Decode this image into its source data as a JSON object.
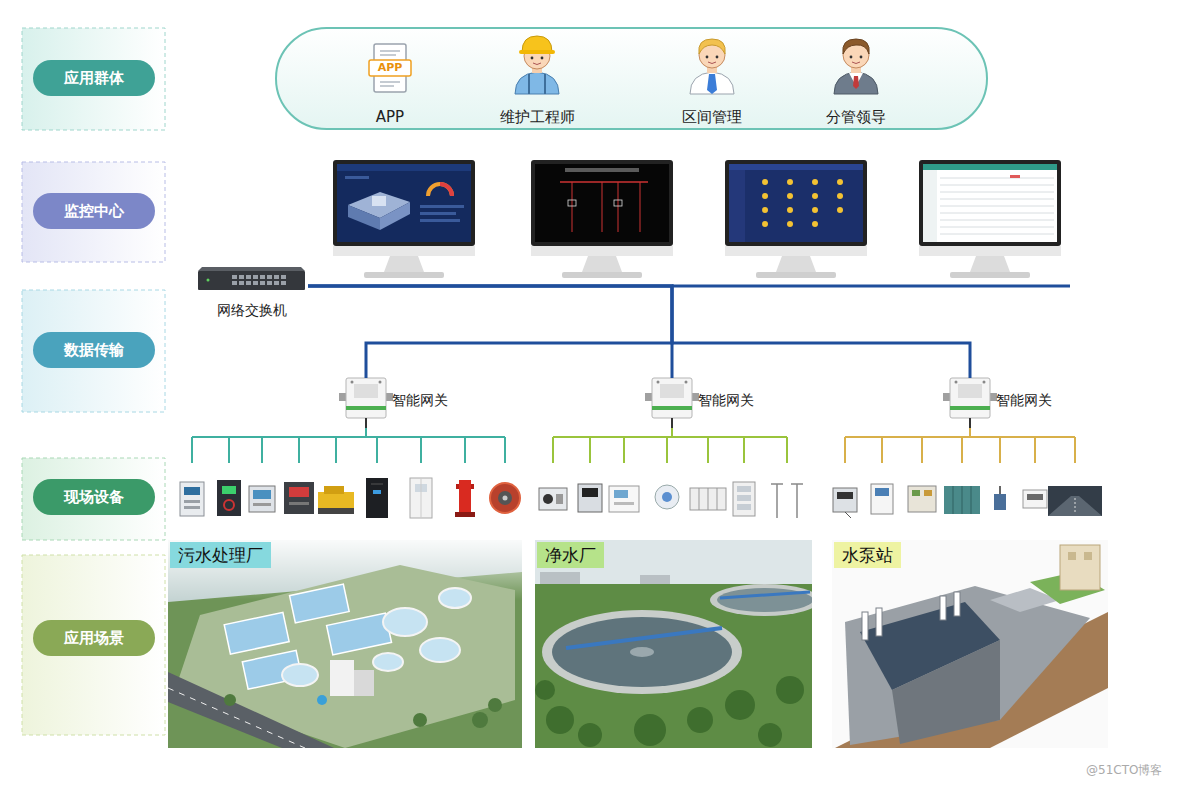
{
  "diagram": {
    "nodes": [
      {
        "text": [
          "应用群体"
        ]
      },
      {
        "text": [
          "APP",
          "维护工程师",
          "区间管理",
          "分管领导"
        ]
      },
      {
        "text": [
          "监控中心"
        ]
      },
      {
        "text": [
          "网络交换机"
        ]
      },
      {
        "text": [
          "数据传输"
        ]
      },
      {
        "text": [
          "智能网关"
        ]
      },
      {
        "text": [
          "智能网关"
        ]
      },
      {
        "text": [
          "智能网关"
        ]
      },
      {
        "text": [
          "现场设备"
        ]
      },
      {
        "text": [
          "应用场景"
        ]
      },
      {
        "text": [
          "污水处理厂"
        ]
      },
      {
        "text": [
          "净水厂"
        ]
      },
      {
        "text": [
          "水泵站"
        ]
      }
    ],
    "edges": [
      {
        "from": 3,
        "to": 5,
        "arrow": "none"
      },
      {
        "from": 3,
        "to": 6,
        "arrow": "none"
      },
      {
        "from": 3,
        "to": 7,
        "arrow": "none"
      }
    ],
    "labels": [
      "APP",
      "@51CTO博客"
    ]
  }
}
